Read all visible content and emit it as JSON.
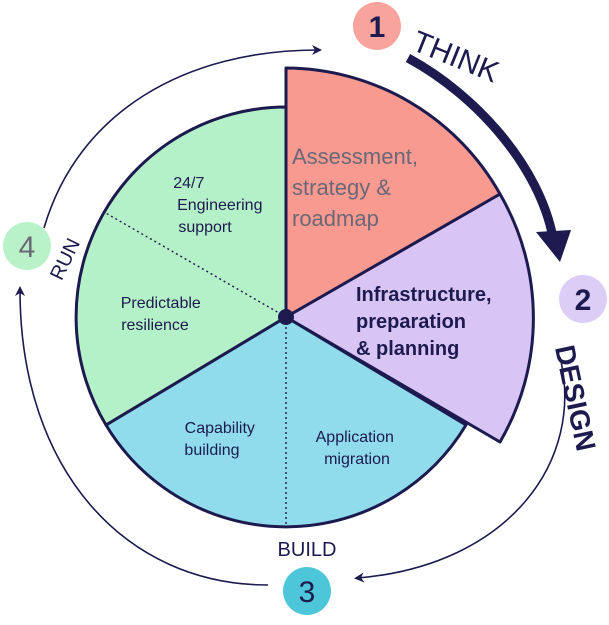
{
  "colors": {
    "think": "#f99a91",
    "design": "#d8c5f5",
    "build": "#90dcec",
    "run": "#b5f1c8",
    "outline": "#1c1a4e",
    "step_think": "#f8a39c",
    "step_design": "#dccdf7",
    "step_build": "#4cc6d8",
    "step_run": "#b9f2c9",
    "label_gray": "#6a6877"
  },
  "phases": {
    "think": {
      "number": "1",
      "label": "THINK"
    },
    "design": {
      "number": "2",
      "label": "DESIGN"
    },
    "build": {
      "number": "3",
      "label": "BUILD"
    },
    "run": {
      "number": "4",
      "label": "RUN"
    }
  },
  "segments": {
    "assessment": [
      "Assessment,",
      "strategy &",
      "roadmap"
    ],
    "infrastructure": [
      "Infrastructure,",
      "preparation",
      "& planning"
    ],
    "application": [
      "Application",
      "migration"
    ],
    "capability": [
      "Capability",
      "building"
    ],
    "resilience": [
      "Predictable",
      "resilience"
    ],
    "engineering": [
      "24/7",
      "Engineering",
      "support"
    ]
  }
}
